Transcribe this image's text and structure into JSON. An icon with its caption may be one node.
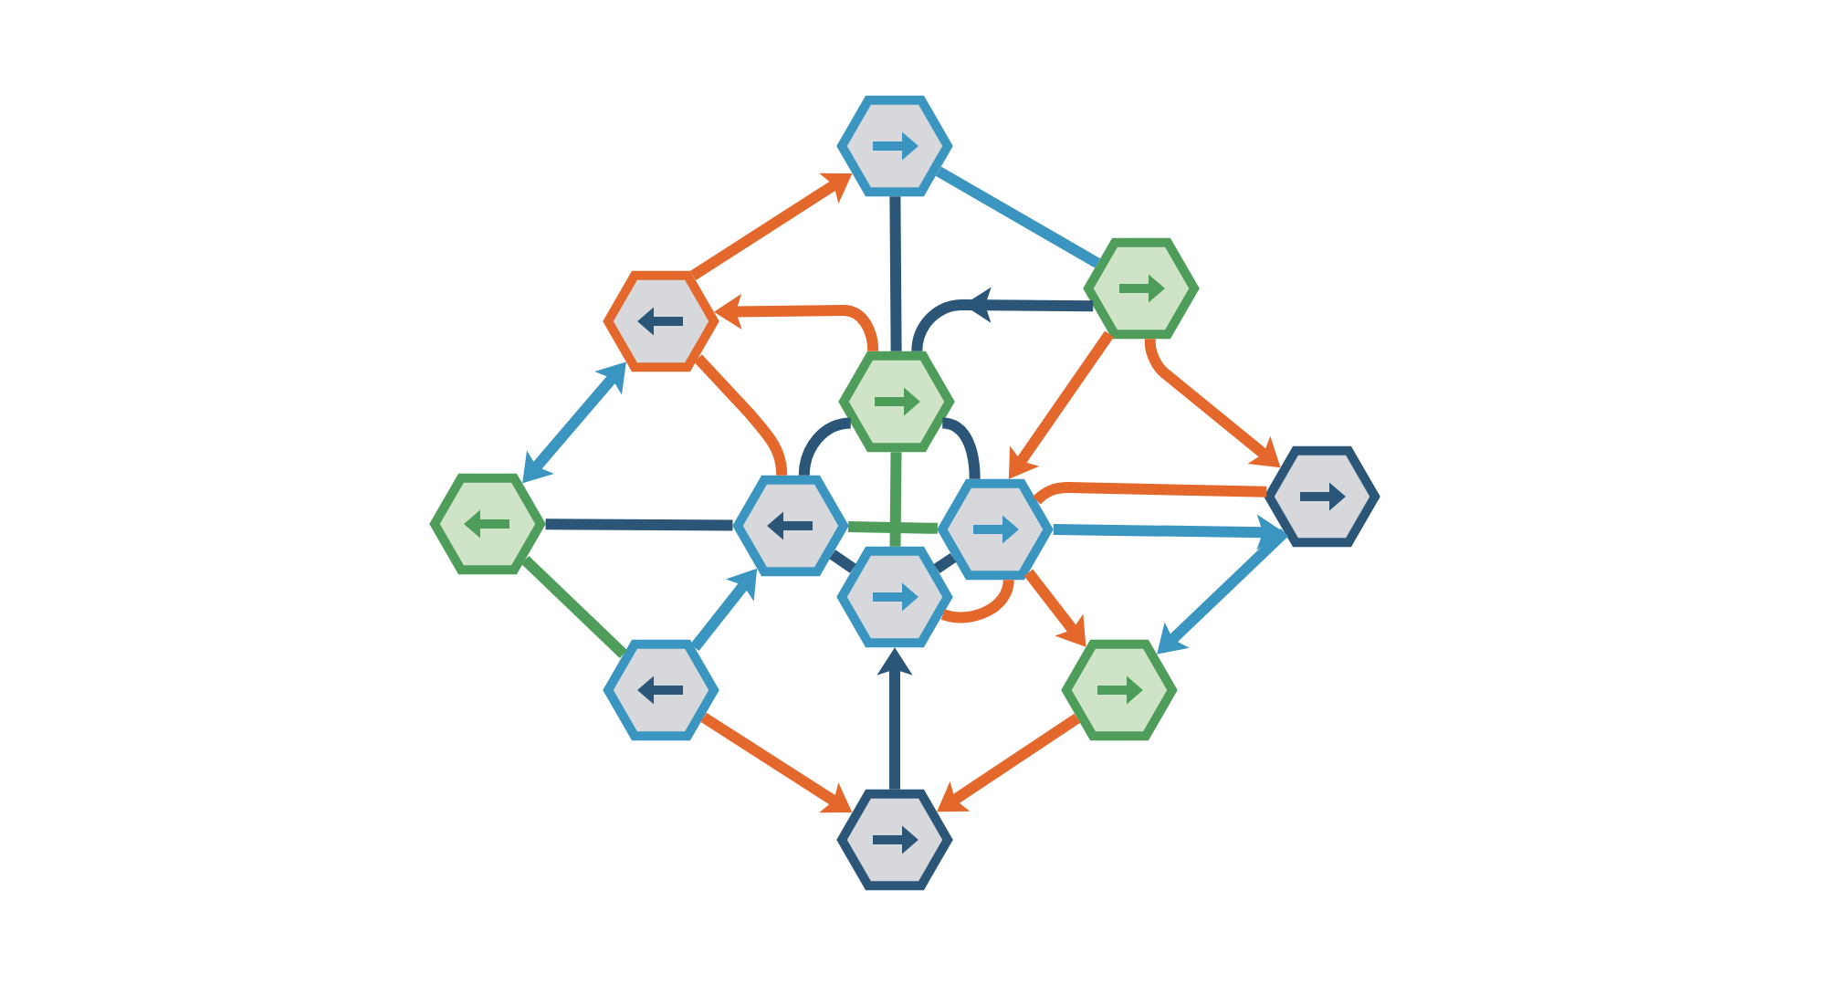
{
  "diagram": {
    "nodes": [
      {
        "text": [],
        "shape": "hexagon"
      },
      {
        "text": [],
        "shape": "hexagon"
      },
      {
        "text": [],
        "shape": "hexagon"
      },
      {
        "text": [],
        "shape": "hexagon"
      },
      {
        "text": [],
        "shape": "hexagon"
      },
      {
        "text": [],
        "shape": "hexagon"
      },
      {
        "text": [],
        "shape": "hexagon"
      },
      {
        "text": [],
        "shape": "hexagon"
      },
      {
        "text": [],
        "shape": "hexagon"
      },
      {
        "text": [],
        "shape": "hexagon"
      },
      {
        "text": [],
        "shape": "hexagon"
      },
      {
        "text": [],
        "shape": "hexagon"
      }
    ],
    "edges": [
      {
        "from": 1,
        "to": 0,
        "arrow": "to"
      },
      {
        "from": 0,
        "to": 3,
        "arrow": "none",
        "color": "#2b5677"
      },
      {
        "from": 0,
        "to": 2,
        "arrow": "none",
        "color": "#3b95c1"
      },
      {
        "from": 2,
        "to": 3,
        "arrow": "to",
        "color": "#2b5677"
      },
      {
        "from": 3,
        "to": 1,
        "arrow": "to"
      },
      {
        "from": 1,
        "to": 5,
        "arrow": "none"
      },
      {
        "from": 1,
        "to": 4,
        "arrow": "both",
        "color": "#3b95c1"
      },
      {
        "from": 2,
        "to": 6,
        "arrow": "to"
      },
      {
        "from": 2,
        "to": 7,
        "arrow": "to"
      },
      {
        "from": 3,
        "to": 5,
        "arrow": "none",
        "color": "#2b5677"
      },
      {
        "from": 3,
        "to": 6,
        "arrow": "none",
        "color": "#2b5677"
      },
      {
        "from": 3,
        "to": 8,
        "arrow": "none",
        "color": "#4f9d5b"
      },
      {
        "from": 5,
        "to": 6,
        "arrow": "none",
        "color": "#4f9d5b"
      },
      {
        "from": 4,
        "to": 5,
        "arrow": "none",
        "color": "#2b5677"
      },
      {
        "from": 4,
        "to": 9,
        "arrow": "none",
        "color": "#4f9d5b"
      },
      {
        "from": 9,
        "to": 5,
        "arrow": "to",
        "color": "#3b95c1"
      },
      {
        "from": 5,
        "to": 8,
        "arrow": "none",
        "color": "#2b5677"
      },
      {
        "from": 6,
        "to": 8,
        "arrow": "none",
        "color": "#2b5677"
      },
      {
        "from": 8,
        "to": 6,
        "arrow": "none"
      },
      {
        "from": 6,
        "to": 7,
        "arrow": "none"
      },
      {
        "from": 6,
        "to": 7,
        "arrow": "to",
        "color": "#3b95c1"
      },
      {
        "from": 7,
        "to": 10,
        "arrow": "to",
        "color": "#3b95c1"
      },
      {
        "from": 6,
        "to": 10,
        "arrow": "to"
      },
      {
        "from": 10,
        "to": 11,
        "arrow": "to"
      },
      {
        "from": 9,
        "to": 11,
        "arrow": "to"
      },
      {
        "from": 11,
        "to": 8,
        "arrow": "to",
        "color": "#2b5677"
      }
    ]
  }
}
